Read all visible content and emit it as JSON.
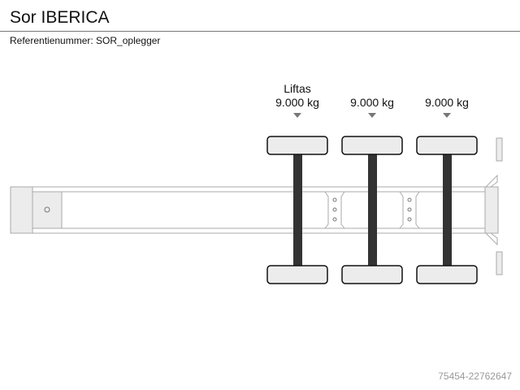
{
  "header": {
    "title": "Sor IBERICA",
    "reference": "Referentienummer: SOR_oplegger"
  },
  "axles": [
    {
      "label": "Liftas",
      "weight": "9.000 kg"
    },
    {
      "label": "",
      "weight": "9.000 kg"
    },
    {
      "label": "",
      "weight": "9.000 kg"
    }
  ],
  "footer": {
    "id": "75454-22762647"
  }
}
